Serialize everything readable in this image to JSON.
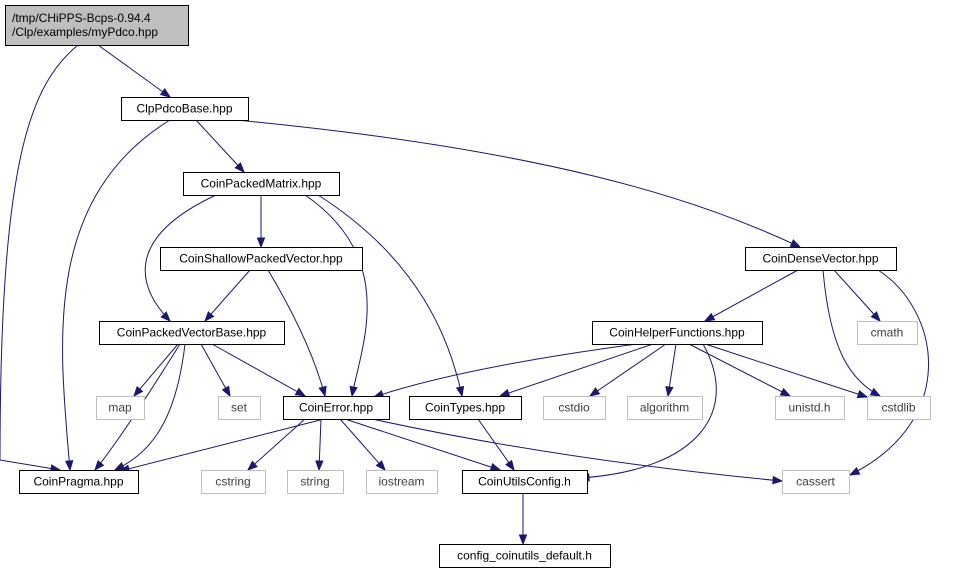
{
  "colors": {
    "edge": "#191970",
    "root_fill": "#bfbfbf",
    "node_border": "#000000",
    "system_border": "#bfbfbf",
    "background": "#ffffff"
  },
  "nodes": {
    "root": {
      "lines": [
        "/tmp/CHiPPS-Bcps-0.94.4",
        "/Clp/examples/myPdco.hpp"
      ],
      "kind": "root"
    },
    "clppdcobase": {
      "lines": [
        "ClpPdcoBase.hpp"
      ],
      "kind": "file"
    },
    "coinpackedmatrix": {
      "lines": [
        "CoinPackedMatrix.hpp"
      ],
      "kind": "file"
    },
    "coinshallowpackedvector": {
      "lines": [
        "CoinShallowPackedVector.hpp"
      ],
      "kind": "file"
    },
    "coindensevector": {
      "lines": [
        "CoinDenseVector.hpp"
      ],
      "kind": "file"
    },
    "coinpackedvectorbase": {
      "lines": [
        "CoinPackedVectorBase.hpp"
      ],
      "kind": "file"
    },
    "coinhelperfunctions": {
      "lines": [
        "CoinHelperFunctions.hpp"
      ],
      "kind": "file"
    },
    "cmath": {
      "lines": [
        "cmath"
      ],
      "kind": "system"
    },
    "map": {
      "lines": [
        "map"
      ],
      "kind": "system"
    },
    "set": {
      "lines": [
        "set"
      ],
      "kind": "system"
    },
    "coinerror": {
      "lines": [
        "CoinError.hpp"
      ],
      "kind": "file"
    },
    "cointypes": {
      "lines": [
        "CoinTypes.hpp"
      ],
      "kind": "file"
    },
    "cstdio": {
      "lines": [
        "cstdio"
      ],
      "kind": "system"
    },
    "algorithm": {
      "lines": [
        "algorithm"
      ],
      "kind": "system"
    },
    "unistd": {
      "lines": [
        "unistd.h"
      ],
      "kind": "system"
    },
    "cstdlib": {
      "lines": [
        "cstdlib"
      ],
      "kind": "system"
    },
    "coinpragma": {
      "lines": [
        "CoinPragma.hpp"
      ],
      "kind": "file"
    },
    "cstring": {
      "lines": [
        "cstring"
      ],
      "kind": "system"
    },
    "string": {
      "lines": [
        "string"
      ],
      "kind": "system"
    },
    "iostream": {
      "lines": [
        "iostream"
      ],
      "kind": "system"
    },
    "coinutilsconfig": {
      "lines": [
        "CoinUtilsConfig.h"
      ],
      "kind": "file"
    },
    "cassert": {
      "lines": [
        "cassert"
      ],
      "kind": "system"
    },
    "config_default": {
      "lines": [
        "config_coinutils_default.h"
      ],
      "kind": "file"
    }
  },
  "edges": [
    [
      "root",
      "clppdcobase"
    ],
    [
      "root",
      "coinpragma"
    ],
    [
      "clppdcobase",
      "coinpackedmatrix"
    ],
    [
      "clppdcobase",
      "coindensevector"
    ],
    [
      "clppdcobase",
      "coinpragma"
    ],
    [
      "coinpackedmatrix",
      "coinshallowpackedvector"
    ],
    [
      "coinpackedmatrix",
      "coinpackedvectorbase"
    ],
    [
      "coinpackedmatrix",
      "coinerror"
    ],
    [
      "coinpackedmatrix",
      "cointypes"
    ],
    [
      "coinshallowpackedvector",
      "coinpackedvectorbase"
    ],
    [
      "coinshallowpackedvector",
      "coinerror"
    ],
    [
      "coinpackedvectorbase",
      "map"
    ],
    [
      "coinpackedvectorbase",
      "set"
    ],
    [
      "coinpackedvectorbase",
      "coinerror"
    ],
    [
      "coinpackedvectorbase",
      "coinpragma"
    ],
    [
      "coinpackedvectorbase",
      "coinpragma"
    ],
    [
      "coindensevector",
      "coinhelperfunctions"
    ],
    [
      "coindensevector",
      "cmath"
    ],
    [
      "coindensevector",
      "cstdlib"
    ],
    [
      "coindensevector",
      "cassert"
    ],
    [
      "coinhelperfunctions",
      "coinerror"
    ],
    [
      "coinhelperfunctions",
      "cointypes"
    ],
    [
      "coinhelperfunctions",
      "cstdio"
    ],
    [
      "coinhelperfunctions",
      "algorithm"
    ],
    [
      "coinhelperfunctions",
      "unistd"
    ],
    [
      "coinhelperfunctions",
      "cstdlib"
    ],
    [
      "coinhelperfunctions",
      "coinutilsconfig"
    ],
    [
      "coinerror",
      "coinpragma"
    ],
    [
      "coinerror",
      "cstring"
    ],
    [
      "coinerror",
      "string"
    ],
    [
      "coinerror",
      "iostream"
    ],
    [
      "coinerror",
      "coinutilsconfig"
    ],
    [
      "coinerror",
      "cassert"
    ],
    [
      "cointypes",
      "coinutilsconfig"
    ],
    [
      "coinutilsconfig",
      "config_default"
    ]
  ]
}
